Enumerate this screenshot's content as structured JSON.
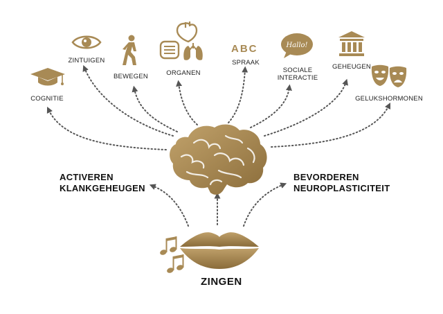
{
  "colors": {
    "gold": "#a88a55",
    "gold_dark": "#8a6c3a",
    "text": "#1a1a1a",
    "arrow": "#555555"
  },
  "top_items": [
    {
      "label": "COGNITIE",
      "icon": "graduation-cap-icon"
    },
    {
      "label": "ZINTUIGEN",
      "icon": "eye-icon"
    },
    {
      "label": "BEWEGEN",
      "icon": "walking-person-icon"
    },
    {
      "label": "ORGANEN",
      "icon": "organs-icon"
    },
    {
      "label": "SPRAAK",
      "icon": "abc-icon",
      "icon_text": "ABC"
    },
    {
      "label_line1": "SOCIALE",
      "label_line2": "INTERACTIE",
      "icon": "speech-bubble-icon",
      "icon_text": "Hallo!"
    },
    {
      "label": "GEHEUGEN",
      "icon": "building-icon"
    },
    {
      "label": "GELUKSHORMONEN",
      "icon": "theater-masks-icon"
    }
  ],
  "left_effect": {
    "line1": "ACTIVEREN",
    "line2": "KLANKGEHEUGEN"
  },
  "right_effect": {
    "line1": "BEVORDEREN",
    "line2": "NEUROPLASTICITEIT"
  },
  "center": {
    "icon": "brain-icon"
  },
  "source": {
    "label": "ZINGEN",
    "icon": "lips-icon",
    "decor_icon": "music-notes-icon"
  }
}
